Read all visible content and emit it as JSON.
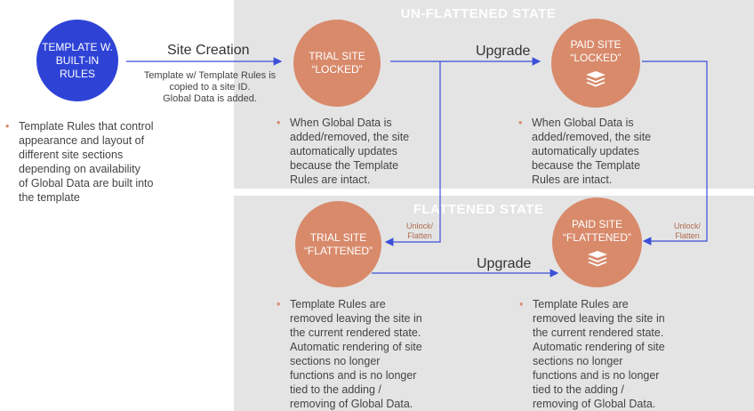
{
  "colors": {
    "blue": "#2e43d6",
    "orange": "#d88a6b",
    "band": "#e4e4e4",
    "arrow": "#3b4fd8"
  },
  "bands": {
    "unflattened_title": "UN-FLATTENED STATE",
    "flattened_title": "FLATTENED STATE"
  },
  "nodes": {
    "template": {
      "line1": "TEMPLATE W.",
      "line2": "BUILT-IN",
      "line3": "RULES"
    },
    "trial_locked": {
      "line1": "TRIAL SITE",
      "line2": "“LOCKED”"
    },
    "paid_locked": {
      "line1": "PAID SITE",
      "line2": "“LOCKED”",
      "icon": "layers-icon"
    },
    "trial_flattened": {
      "line1": "TRIAL SITE",
      "line2": "“FLATTENED”"
    },
    "paid_flattened": {
      "line1": "PAID SITE",
      "line2": "“FLATTENED”",
      "icon": "layers-icon"
    }
  },
  "edges": {
    "site_creation": "Site Creation",
    "site_creation_note": {
      "line1": "Template w/ Template Rules is",
      "line2": "copied to a site ID.",
      "line3": "Global Data is added."
    },
    "upgrade_top": "Upgrade",
    "upgrade_bottom": "Upgrade",
    "unlock_left": {
      "line1": "Unlock/",
      "line2": "Flatten"
    },
    "unlock_right": {
      "line1": "Unlock/",
      "line2": "Flatten"
    }
  },
  "bullets": {
    "template": [
      "Template Rules that control",
      "appearance and layout of",
      "different site sections",
      "depending on availability",
      "of Global Data are built into",
      "the template"
    ],
    "trial_locked": [
      "When Global Data is",
      "added/removed, the site",
      "automatically updates",
      "because the Template",
      "Rules are intact."
    ],
    "paid_locked": [
      "When Global Data is",
      "added/removed, the site",
      "automatically updates",
      "because the Template",
      "Rules are intact."
    ],
    "trial_flattened": [
      "Template Rules are",
      "removed leaving the site in",
      "the current rendered state.",
      "Automatic rendering of site",
      "sections no longer",
      "functions and is no longer",
      "tied to the adding /",
      "removing of Global Data."
    ],
    "paid_flattened": [
      "Template Rules are",
      "removed leaving the site in",
      "the current rendered state.",
      "Automatic rendering of site",
      "sections no longer",
      "functions and is no longer",
      "tied to the adding /",
      "removing of Global Data."
    ]
  }
}
